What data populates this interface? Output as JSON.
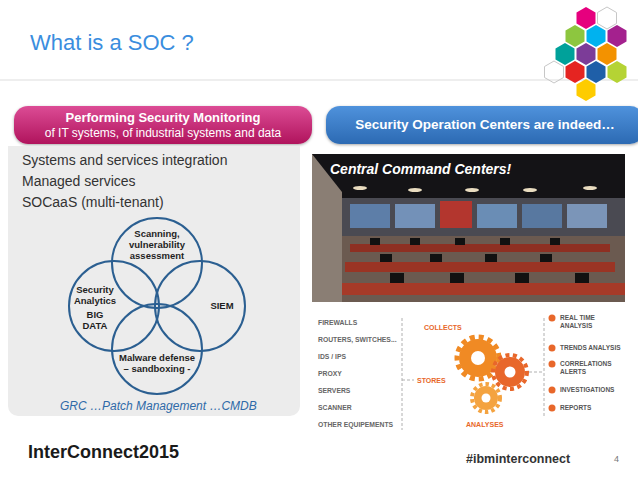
{
  "diagram": {
    "title": "What is a SOC ?",
    "nodes": [
      {
        "text": [
          "Performing Security Monitoring",
          "of IT systems, of industrial systems and data"
        ]
      },
      {
        "text": [
          "Security Operation Centers are indeed…"
        ]
      },
      {
        "text": [
          "Systems and services integration",
          "Managed services",
          "SOCaaS (multi-tenant)",
          "GRC …Patch Management …CMDB"
        ]
      },
      {
        "text": [
          "Scanning, vulnerability assessment"
        ],
        "in": 2
      },
      {
        "text": [
          "Security Analytics",
          "BIG DATA"
        ],
        "in": 2
      },
      {
        "text": [
          "SIEM"
        ],
        "in": 2
      },
      {
        "text": [
          "Malware defense – sandboxing -"
        ],
        "in": 2
      }
    ],
    "labels": [
      "Central Command Centers!",
      "FIREWALLS",
      "ROUTERS, SWITCHES...",
      "IDS / IPS",
      "PROXY",
      "SERVERS",
      "SCANNER",
      "OTHER EQUIPEMENTS",
      "COLLECTS",
      "STORES",
      "ANALYSES",
      "REAL TIME ANALYSIS",
      "TRENDS ANALYSIS",
      "CORRELATIONS ALERTS",
      "INVESTIGATIONS",
      "REPORTS",
      "InterConnect2015",
      "#ibminterconnect",
      "4"
    ]
  }
}
